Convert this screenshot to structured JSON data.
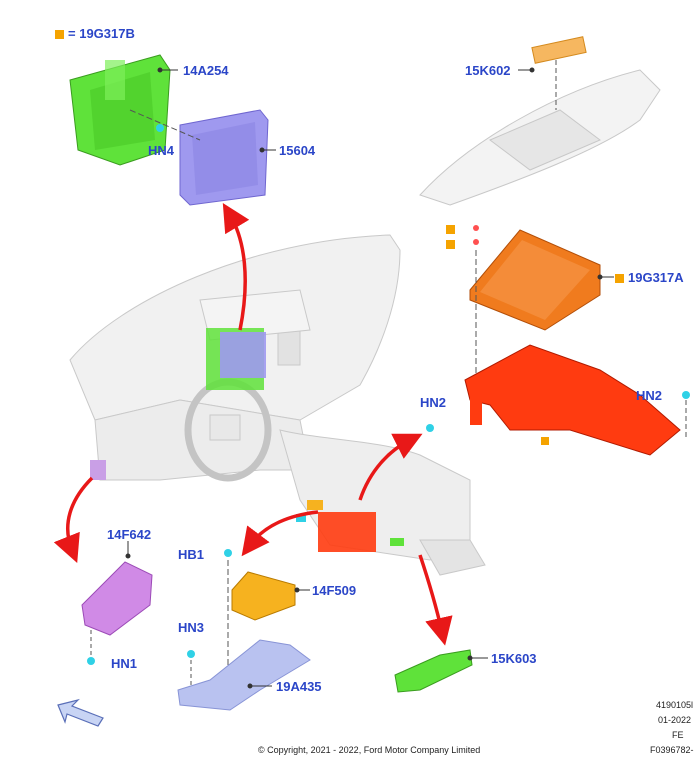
{
  "colors": {
    "label": "#2b46c8",
    "green": "#5fe23a",
    "purple": "#9f99ef",
    "orange": "#f07b1e",
    "red": "#ff3b10",
    "yellow": "#f6b21f",
    "pink": "#d08ae6",
    "lightblue": "#b9c2f0",
    "cyan": "#2fd1e6",
    "arrow": "#e81818",
    "marker": "#f5a300"
  },
  "legend": {
    "equals": "=",
    "code": "19G317B"
  },
  "labels": {
    "l19G317B": "19G317B",
    "l14A254": "14A254",
    "l15604": "15604",
    "lHN4": "HN4",
    "l15K602": "15K602",
    "l19G317A": "19G317A",
    "lHN2a": "HN2",
    "lHN2b": "HN2",
    "l14F642": "14F642",
    "lHN1": "HN1",
    "lHB1": "HB1",
    "l14F509": "14F509",
    "lHN3": "HN3",
    "l19A435": "19A435",
    "l15K603": "15K603"
  },
  "footer": {
    "copyright": "© Copyright, 2021 - 2022, Ford Motor Company Limited",
    "ref1": "4190105l",
    "ref2": "01-2022",
    "ref3": "FE",
    "ref4": "F0396782-"
  }
}
